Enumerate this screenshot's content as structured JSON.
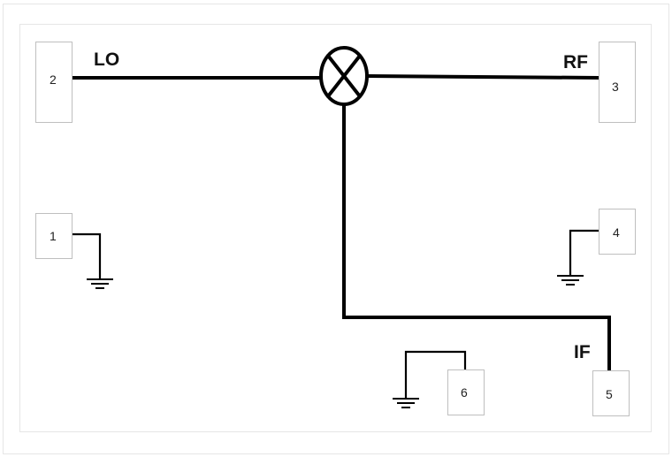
{
  "labels": {
    "lo": "LO",
    "rf": "RF",
    "if": "IF"
  },
  "pads": {
    "p1": "1",
    "p2": "2",
    "p3": "3",
    "p4": "4",
    "p5": "5",
    "p6": "6"
  },
  "colors": {
    "wire": "#000000",
    "pad_border": "#bfbfbf",
    "frame": "#e6e6e6"
  },
  "icons": {
    "mixer": "mixer-icon",
    "ground": "ground-icon"
  }
}
